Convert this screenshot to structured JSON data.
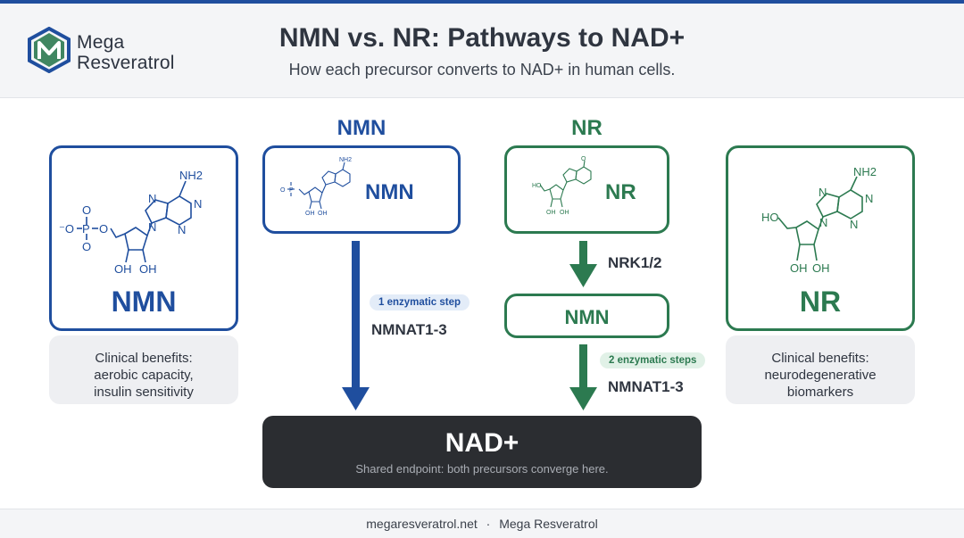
{
  "brand": {
    "line1": "Mega",
    "line2": "Resveratrol"
  },
  "header": {
    "title": "NMN vs. NR: Pathways to NAD+",
    "subtitle": "How each precursor converts to NAD+ in human cells."
  },
  "colors": {
    "nmn": "#1f4e9e",
    "nr": "#2c7a50",
    "endpoint": "#2b2d31"
  },
  "nmn_column": {
    "label": "NMN",
    "card_name": "NMN",
    "pill": "1 enzymatic step",
    "enzyme": "NMNAT1-3"
  },
  "nr_column": {
    "label": "NR",
    "card_name": "NR",
    "step1_enzyme": "NRK1/2",
    "intermediate": "NMN",
    "pill": "2 enzymatic steps",
    "enzyme": "NMNAT1-3"
  },
  "left_panel": {
    "name": "NMN",
    "benefits": [
      "Clinical benefits:",
      "aerobic capacity,",
      "insulin sensitivity"
    ]
  },
  "right_panel": {
    "name": "NR",
    "benefits": [
      "Clinical benefits:",
      "neurodegenerative",
      "biomarkers"
    ]
  },
  "molecule_labels": {
    "nh2": "NH2",
    "oh": "OH",
    "ho": "HO",
    "n": "N",
    "o": "O",
    "p": "P",
    "o_minus": "⁻O"
  },
  "endpoint": {
    "title": "NAD+",
    "subtitle": "Shared endpoint: both precursors converge here."
  },
  "footer": {
    "site": "megaresveratrol.net",
    "sep": "·",
    "name": "Mega Resveratrol"
  }
}
